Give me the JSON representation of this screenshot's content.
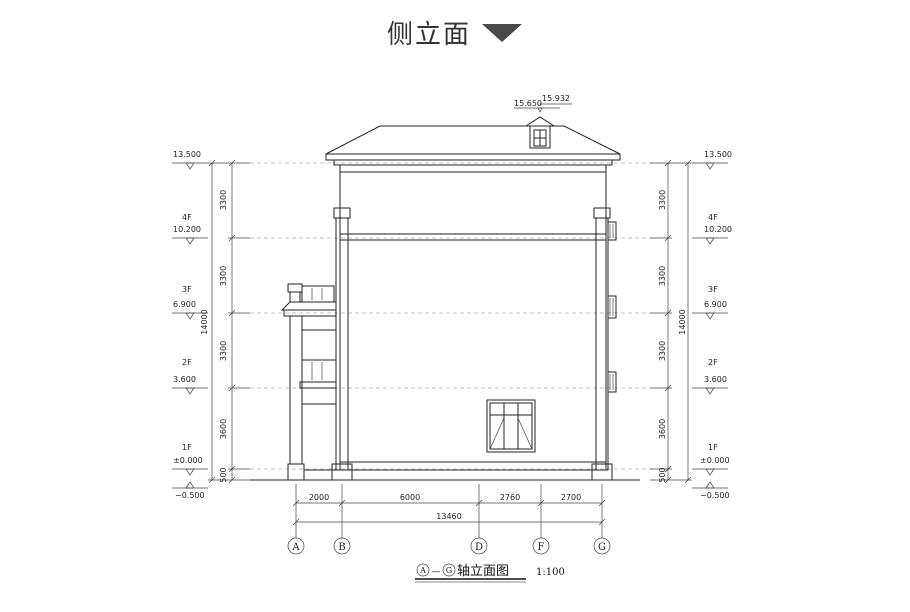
{
  "title": "侧立面",
  "caption": {
    "from_axis": "A",
    "dash": "—",
    "to_axis": "G",
    "text": "轴立面图",
    "scale": "1:100"
  },
  "roof": {
    "level_1": "15.650",
    "level_2": "15.932"
  },
  "left_side": {
    "levels": [
      "13.500",
      "10.200",
      "6.900",
      "3.600",
      "±0.000",
      "−0.500"
    ],
    "floors": [
      "4F",
      "3F",
      "2F",
      "1F"
    ],
    "segments": [
      "3300",
      "3300",
      "3300",
      "3600",
      "500"
    ],
    "total": "14000"
  },
  "right_side": {
    "levels": [
      "13.500",
      "10.200",
      "6.900",
      "3.600",
      "±0.000",
      "−0.500"
    ],
    "floors": [
      "4F",
      "3F",
      "2F",
      "1F"
    ],
    "segments": [
      "3300",
      "3300",
      "3300",
      "3600",
      "500"
    ],
    "total": "14000"
  },
  "bottom_dims": {
    "segments": [
      "2000",
      "6000",
      "2760",
      "2700"
    ],
    "total": "13460"
  },
  "axes": [
    "A",
    "B",
    "D",
    "F",
    "G"
  ]
}
